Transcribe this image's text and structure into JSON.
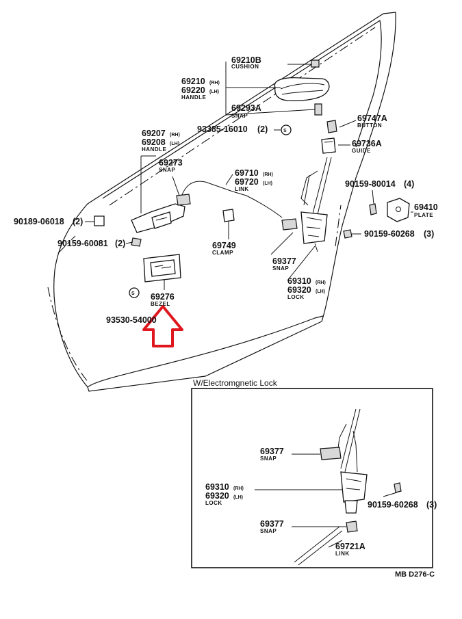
{
  "diagram": {
    "code": "MB D276-C",
    "inset_title": "W/Electromgnetic Lock",
    "parts": {
      "p69210B": {
        "number": "69210B",
        "name": "CUSHION"
      },
      "p69210": {
        "number": "69210",
        "side": "(RH)",
        "number2": "69220",
        "side2": "(LH)",
        "name": "HANDLE"
      },
      "p69293A": {
        "number": "69293A",
        "name": "SNAP"
      },
      "p93385": {
        "number": "93385-16010",
        "qty": "(2)"
      },
      "p69747A": {
        "number": "69747A",
        "name": "BUTTON"
      },
      "p69736A": {
        "number": "69736A",
        "name": "GUIDE"
      },
      "p69207": {
        "number": "69207",
        "side": "(RH)",
        "number2": "69208",
        "side2": "(LH)",
        "name": "HANDLE"
      },
      "p69273": {
        "number": "69273",
        "name": "SNAP"
      },
      "p69710": {
        "number": "69710",
        "side": "(RH)",
        "number2": "69720",
        "side2": "(LH)",
        "name": "LINK"
      },
      "p90159_80014": {
        "number": "90159-80014",
        "qty": "(4)"
      },
      "p69410": {
        "number": "69410",
        "name": "PLATE"
      },
      "p90189": {
        "number": "90189-06018",
        "qty": "(2)"
      },
      "p90159_60268": {
        "number": "90159-60268",
        "qty": "(3)"
      },
      "p90159_60081": {
        "number": "90159-60081",
        "qty": "(2)"
      },
      "p69749": {
        "number": "69749",
        "name": "CLAMP"
      },
      "p69377": {
        "number": "69377",
        "name": "SNAP"
      },
      "p69310": {
        "number": "69310",
        "side": "(RH)",
        "number2": "69320",
        "side2": "(LH)",
        "name": "LOCK"
      },
      "p69276": {
        "number": "69276",
        "name": "BEZEL"
      },
      "p93530": {
        "number": "93530-54000"
      }
    },
    "inset_parts": {
      "p69377a": {
        "number": "69377",
        "name": "SNAP"
      },
      "p69310": {
        "number": "69310",
        "side": "(RH)",
        "number2": "69320",
        "side2": "(LH)",
        "name": "LOCK"
      },
      "p90159": {
        "number": "90159-60268",
        "qty": "(3)"
      },
      "p69377b": {
        "number": "69377",
        "name": "SNAP"
      },
      "p69721A": {
        "number": "69721A",
        "name": "LINK"
      }
    },
    "highlight_color": "#e0161e"
  }
}
